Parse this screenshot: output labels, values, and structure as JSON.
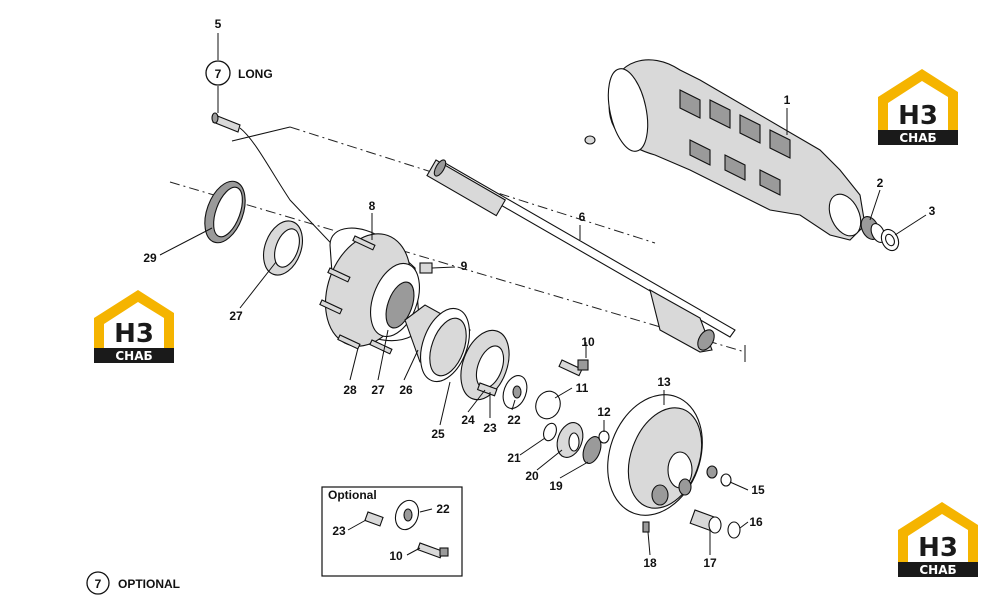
{
  "callouts": {
    "c1": "1",
    "c2": "2",
    "c3": "3",
    "c5": "5",
    "c6": "6",
    "c7": "7",
    "c8": "8",
    "c9": "9",
    "c10": "10",
    "c11": "11",
    "c12": "12",
    "c13": "13",
    "c15": "15",
    "c16": "16",
    "c17": "17",
    "c18": "18",
    "c19": "19",
    "c20": "20",
    "c21": "21",
    "c22": "22",
    "c23": "23",
    "c24": "24",
    "c25": "25",
    "c26": "26",
    "c27a": "27",
    "c27b": "27",
    "c28": "28",
    "c29": "29"
  },
  "long_note": "LONG",
  "optional_box": {
    "title": "Optional",
    "c22": "22",
    "c23": "23",
    "c10": "10"
  },
  "legend": {
    "marker": "7",
    "text": "OPTIONAL"
  },
  "logo": {
    "letters": "H3",
    "subtitle": "СНАБ",
    "accent_color": "#f5b400",
    "dark_color": "#1a1a1a"
  }
}
